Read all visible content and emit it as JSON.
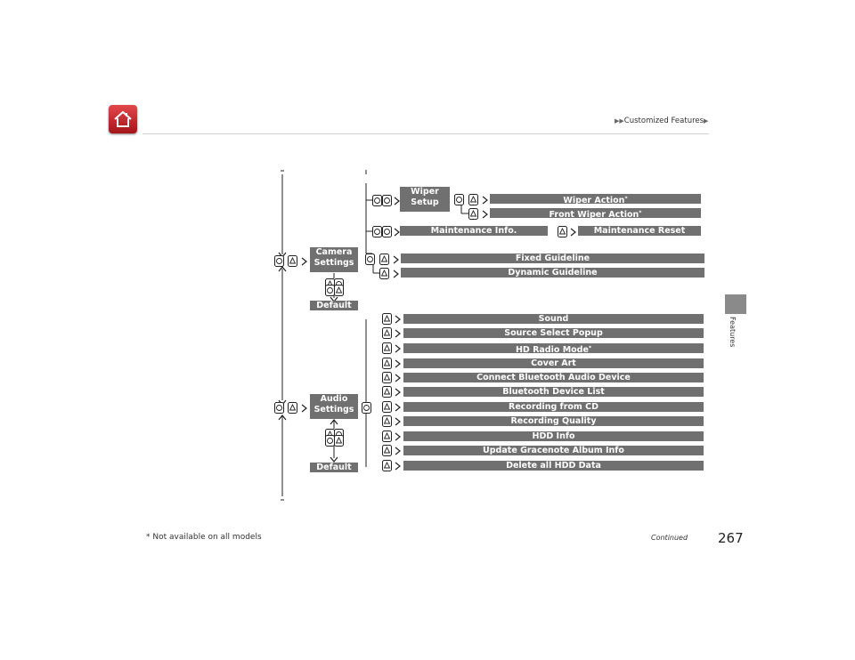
{
  "header": {
    "breadcrumb": "Customized Features"
  },
  "side_tab": {
    "label": "Features"
  },
  "footer": {
    "page_number": "267",
    "continued": "Continued",
    "footnote": "* Not available on all models"
  },
  "diagram": {
    "camera": {
      "title_line1": "Camera",
      "title_line2": "Settings",
      "default": "Default",
      "items": [
        "Fixed Guideline",
        "Dynamic Guideline"
      ]
    },
    "wiper": {
      "title_line1": "Wiper",
      "title_line2": "Setup",
      "items": [
        "Wiper Action",
        "Front Wiper Action"
      ],
      "asterisk": "*"
    },
    "maintenance": {
      "label": "Maintenance Info.",
      "reset": "Maintenance Reset"
    },
    "audio": {
      "title_line1": "Audio",
      "title_line2": "Settings",
      "default": "Default",
      "items": [
        "Sound",
        "Source Select Popup",
        "HD Radio Mode",
        "Cover Art",
        "Connect Bluetooth Audio Device",
        "Bluetooth Device List",
        "Recording from CD",
        "Recording Quality",
        "HDD Info",
        "Update Gracenote Album Info",
        "Delete all HDD Data"
      ],
      "asterisk": "*"
    }
  }
}
